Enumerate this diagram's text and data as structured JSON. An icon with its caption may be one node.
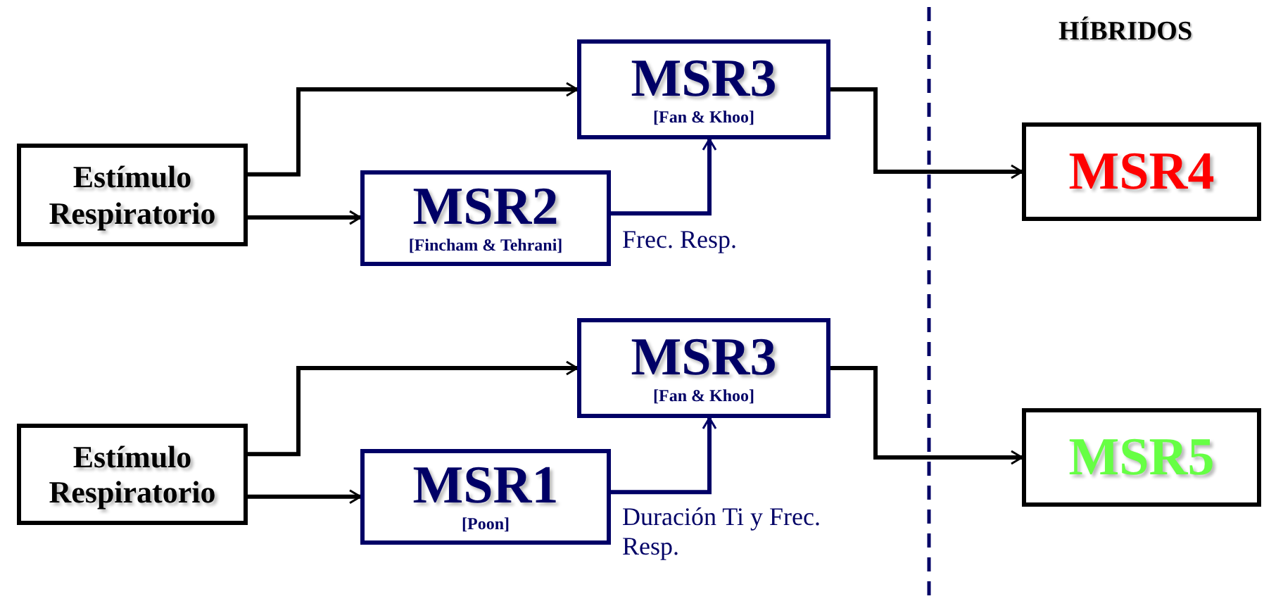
{
  "diagram": {
    "nodes": [
      {
        "text": [
          "Estímulo Respiratorio"
        ]
      },
      {
        "text": [
          "MSR3",
          "[Fan & Khoo]"
        ]
      },
      {
        "text": [
          "MSR2",
          "[Fincham & Tehrani]"
        ]
      },
      {
        "text": [
          "MSR4"
        ]
      },
      {
        "text": [
          "Estímulo Respiratorio"
        ]
      },
      {
        "text": [
          "MSR3",
          "[Fan & Khoo]"
        ]
      },
      {
        "text": [
          "MSR1",
          "[Poon]"
        ]
      },
      {
        "text": [
          "MSR5"
        ]
      }
    ],
    "edges": [
      {
        "from": 0,
        "to": 1,
        "arrow": "to"
      },
      {
        "from": 0,
        "to": 2,
        "arrow": "to"
      },
      {
        "from": 2,
        "to": 1,
        "arrow": "to",
        "label": "Frec. Resp.",
        "color": "#000066"
      },
      {
        "from": 1,
        "to": 3,
        "arrow": "to"
      },
      {
        "from": 4,
        "to": 5,
        "arrow": "to"
      },
      {
        "from": 4,
        "to": 6,
        "arrow": "to"
      },
      {
        "from": 6,
        "to": 5,
        "arrow": "to",
        "label": "Duración Ti y Frec. Resp.",
        "color": "#000066"
      },
      {
        "from": 5,
        "to": 7,
        "arrow": "to"
      }
    ],
    "labels": [
      "HÍBRIDOS"
    ]
  }
}
